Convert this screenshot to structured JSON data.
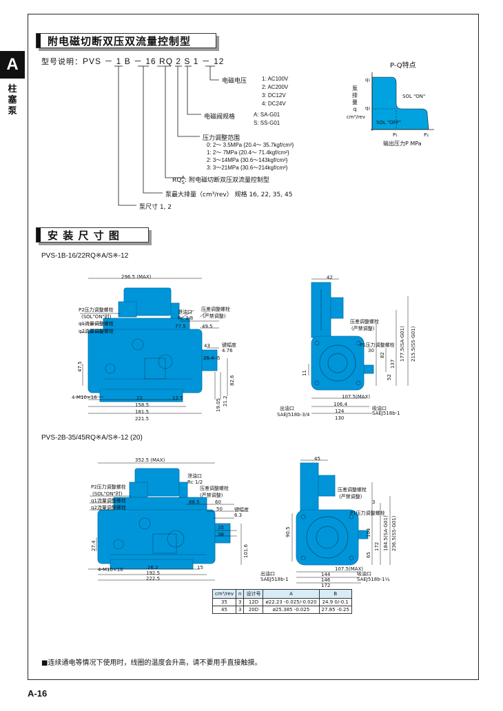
{
  "side": {
    "letter": "A",
    "label": "柱塞泵"
  },
  "section1": {
    "title": "附电磁切断双压双流量控制型"
  },
  "model": {
    "prefix": "型号说明：",
    "code": "PVS － 1 B － 16 RQ 2 S 1 － 12",
    "items": {
      "voltage_label": "电磁电压",
      "voltage_values": [
        "1:    AC100V",
        "2:    AC200V",
        "3:    DC12V",
        "4:    DC24V"
      ],
      "valve_label": "电磁阀规格",
      "valve_values": [
        "A:   SA-G01",
        "S:   SS-G01"
      ],
      "pressure_label": "压力调整范围",
      "pressure_values": [
        "0:  2～ 3.5MPa {20.4～ 35.7kgf/cm²}",
        "1:  2～ 7MPa  {20.4～ 71.4kgf/cm²}",
        "2:  3～14MPa  {30.6～143kgf/cm²}",
        "3:  3～21MPa  {30.6～214kgf/cm²}"
      ],
      "rq_label": "RQ",
      "rq_a": "A",
      "rq_s": "S",
      "rq_desc": ": 附电磁切断双压双流量控制型",
      "displacement": "泵最大排量（cm³/rev）   规格 16, 22, 35, 45",
      "size": "泵尺寸    1, 2"
    }
  },
  "pq": {
    "title": "P-Q特点",
    "y_label": [
      "泵",
      "排",
      "量",
      "q"
    ],
    "y_unit": "cm³/rev",
    "q1": "q₁",
    "q2": "q₂",
    "sol_on": "SOL \"ON\"",
    "sol_off": "SOL \"OFF\"",
    "p1": "P₁",
    "p2": "P₂",
    "x_label": "输出压力P MPa",
    "fill_color": "#00A3E0"
  },
  "section2": {
    "title": "安 装 尺 寸 图"
  },
  "drawing1": {
    "model": "PVS-1B-16/22RQ※A/S※-12",
    "dims_side": [
      "296.5 (MAX)",
      "77.5",
      "49.5",
      "43",
      "25.4",
      "5",
      "4.76",
      "47.5",
      "22",
      "12.5",
      "158.5",
      "181.5",
      "221.5",
      "19.05",
      "21.2",
      "82.6"
    ],
    "labels_side": [
      "P2压力调整螺栓",
      "(SOL\"ON\"时)",
      "q1流量调整螺栓",
      "q2流量调整螺栓",
      "泄油口",
      "Rc 3/8",
      "压差调整螺栓",
      "(严禁调整)",
      "键幅度",
      "4-M10×16"
    ],
    "dims_front": [
      "42",
      "137",
      "82",
      "30",
      "52",
      "11",
      "107.5(MAX)",
      "106.4",
      "124",
      "130",
      "177.5(SA-G01)",
      "215.5(SS-G01)"
    ],
    "labels_front": [
      "压差调整螺栓",
      "(严禁调整)",
      "P1压力调整螺栓",
      "出油口",
      "SAEJ518b-3/4",
      "吸油口",
      "SAEJ518b-1"
    ]
  },
  "drawing2": {
    "model": "PVS-2B-35/45RQ※A/S※-12 (20)",
    "dims_side": [
      "352.5 (MAX)",
      "88.5",
      "60",
      "50",
      "35",
      "38",
      "6.3",
      "27.4",
      "26.2",
      "15",
      "192.5",
      "222.5",
      "101.6"
    ],
    "labels_side": [
      "P2压力调整螺栓",
      "(SOL\"ON\"时)",
      "q1流量调整螺栓",
      "q2流量调整螺栓",
      "泄油口",
      "Rc 1/2",
      "压差调整螺栓",
      "(严禁调整)",
      "键幅度",
      "4-M10×16"
    ],
    "dims_front": [
      "45",
      "3",
      "184.5(SA-G01)",
      "236.5(SS-G01)",
      "172",
      "104",
      "65",
      "90.5",
      "107.5(MAX)",
      "144",
      "146",
      "172"
    ],
    "labels_front": [
      "压差调整螺栓",
      "(严禁调整)",
      "P1压力调整螺栓",
      "出油口",
      "SAEJ518b-1",
      "吸油口",
      "SAEJ518b-1¼"
    ]
  },
  "spec_table": {
    "header": [
      "cm³/rev",
      "设计号",
      "A",
      "B"
    ],
    "rows": [
      [
        "35",
        "12D",
        "ø22.23 -0.025/-0.020",
        "24.9 0/-0.1"
      ],
      [
        "45",
        "20D",
        "ø25.385 -0.025",
        "27.85 -0.25"
      ]
    ],
    "n": [
      "3",
      "3"
    ]
  },
  "note": "■连续通电等情况下使用时，线圈的温度会升高，请不要用手直接触摸。",
  "page_number": "A-16",
  "colors": {
    "pump_blue": "#0095D9",
    "pump_dark": "#006FA6"
  }
}
